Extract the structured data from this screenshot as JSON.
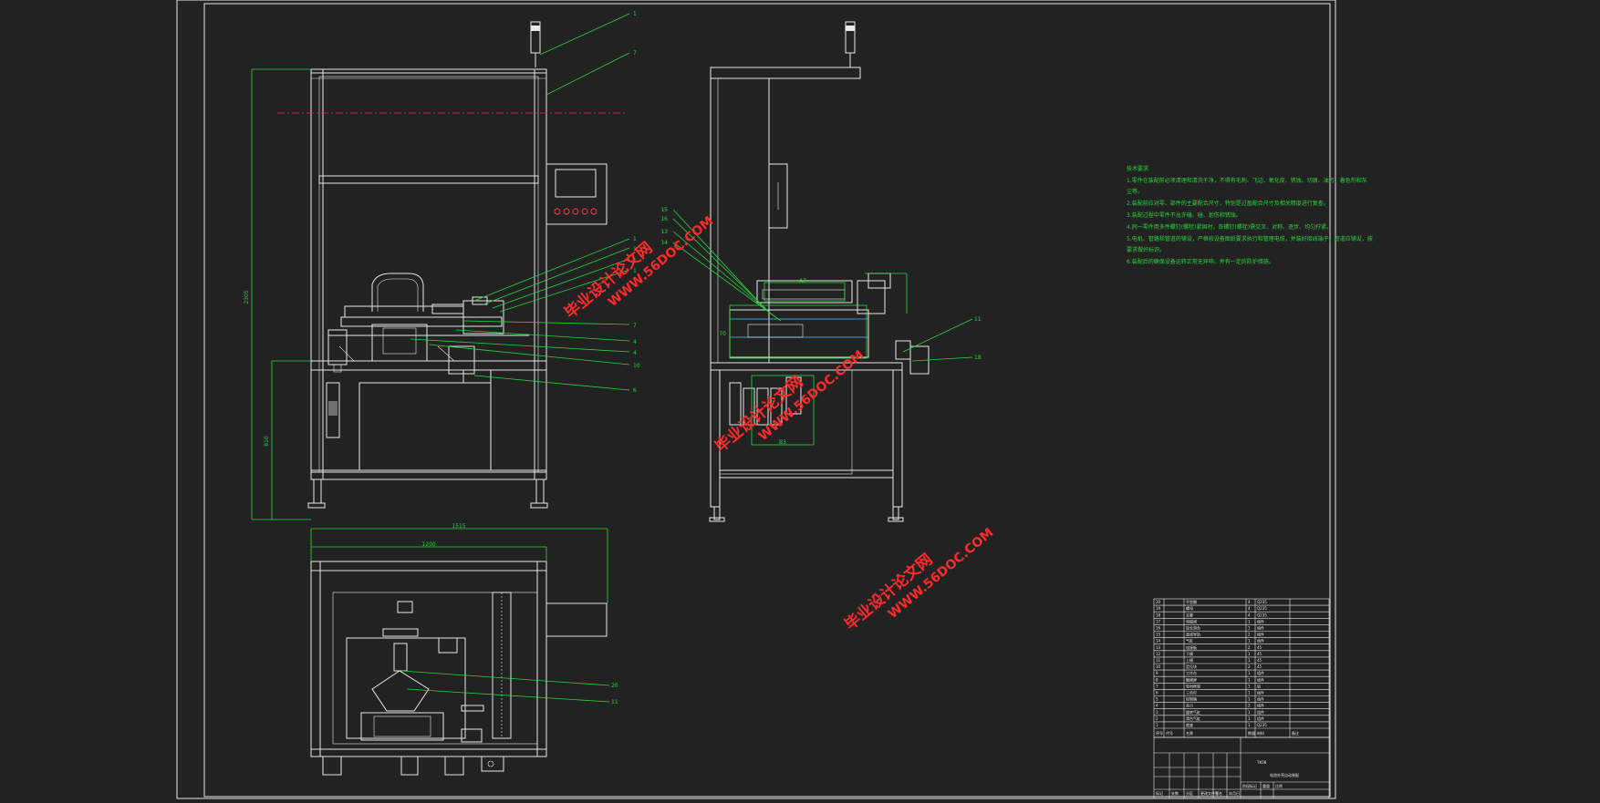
{
  "dimensions": {
    "front_height": "2305",
    "front_lower_height": "810",
    "plan_width_overall": "1515",
    "plan_width_frame": "1200",
    "side_top_width": "A7",
    "side_height": "70",
    "side_base_width": "B3"
  },
  "balloons_front": [
    "1",
    "7",
    "1",
    "1",
    "1",
    "1",
    "7",
    "4",
    "4",
    "10",
    "6"
  ],
  "balloons_side_left": [
    "15",
    "16",
    "13",
    "14"
  ],
  "balloons_side_right": [
    "11",
    "18"
  ],
  "balloons_plan": [
    "20",
    "11"
  ],
  "technical_notes": {
    "title": "技术要求",
    "lines": [
      "1.零件在装配前必须清理和清洗干净，不得有毛刺、飞边、氧化皮、锈蚀、切屑、油污、着色剂和灰",
      "尘等。",
      "2.装配前应对零、部件的主要配合尺寸，特别是过盈配合尺寸及相关精度进行复查。",
      "3.装配过程中零件不允许磕、碰、划伤和锈蚀。",
      "4.同一零件用多件螺钉(螺栓)紧固时，各螺钉(螺栓)需交叉、对称、逐步、均匀拧紧。",
      "5.电机、管路和管道的铺设，严格按设备图纸要求执行和管理电缆，并装好接线端子，管道应铺设，按",
      "要求做好标识。",
      "6.装配后的确保设备运转正常无异响，并有一定的防护措施。"
    ]
  },
  "watermarks": [
    {
      "cn": "毕业设计论文网",
      "url": "WWW.56DOC.COM"
    },
    {
      "cn": "毕业设计论文网",
      "url": "WWW.56DOC.COM"
    },
    {
      "cn": "毕业设计论文网",
      "url": "WWW.56DOC.COM"
    }
  ],
  "title_block": {
    "drawing_name": "电池外壳自动装配",
    "code": "TK08",
    "header": [
      "序号",
      "代号",
      "名称",
      "数量",
      "材料",
      "备注"
    ],
    "rows": [
      {
        "no": "20",
        "name": "平垫圈",
        "qty": "4",
        "mat": "Q235"
      },
      {
        "no": "19",
        "name": "螺母",
        "qty": "4",
        "mat": "Q235"
      },
      {
        "no": "18",
        "name": "支脚",
        "qty": "4",
        "mat": "Q235"
      },
      {
        "no": "17",
        "name": "电磁阀",
        "qty": "1",
        "mat": "组件"
      },
      {
        "no": "16",
        "name": "加长滑台",
        "qty": "1",
        "mat": "组件"
      },
      {
        "no": "15",
        "name": "直线导轨",
        "qty": "2",
        "mat": "组件"
      },
      {
        "no": "14",
        "name": "气缸",
        "qty": "1",
        "mat": "组件"
      },
      {
        "no": "13",
        "name": "连接板",
        "qty": "2",
        "mat": "45"
      },
      {
        "no": "12",
        "name": "下模",
        "qty": "1",
        "mat": "45"
      },
      {
        "no": "11",
        "name": "上模",
        "qty": "1",
        "mat": "45"
      },
      {
        "no": "10",
        "name": "定位块",
        "qty": "2",
        "mat": "45"
      },
      {
        "no": "9",
        "name": "工作台",
        "qty": "1",
        "mat": "组件"
      },
      {
        "no": "8",
        "name": "触摸屏",
        "qty": "1",
        "mat": "组件"
      },
      {
        "no": "7",
        "name": "型材框架",
        "qty": "1",
        "mat": "铝"
      },
      {
        "no": "6",
        "name": "三色灯",
        "qty": "1",
        "mat": "组件"
      },
      {
        "no": "5",
        "name": "控制箱",
        "qty": "1",
        "mat": "组件"
      },
      {
        "no": "4",
        "name": "夹爪",
        "qty": "2",
        "mat": "组件"
      },
      {
        "no": "3",
        "name": "旋转气缸",
        "qty": "1",
        "mat": "组件"
      },
      {
        "no": "2",
        "name": "滑台气缸",
        "qty": "1",
        "mat": "组件"
      },
      {
        "no": "1",
        "name": "底座",
        "qty": "1",
        "mat": "Q235"
      }
    ],
    "bottom_labels": [
      "标记",
      "处数",
      "分区",
      "更改文件号",
      "签名",
      "年月日"
    ],
    "stage_labels": [
      "阶段标记",
      "重量",
      "比例"
    ]
  }
}
